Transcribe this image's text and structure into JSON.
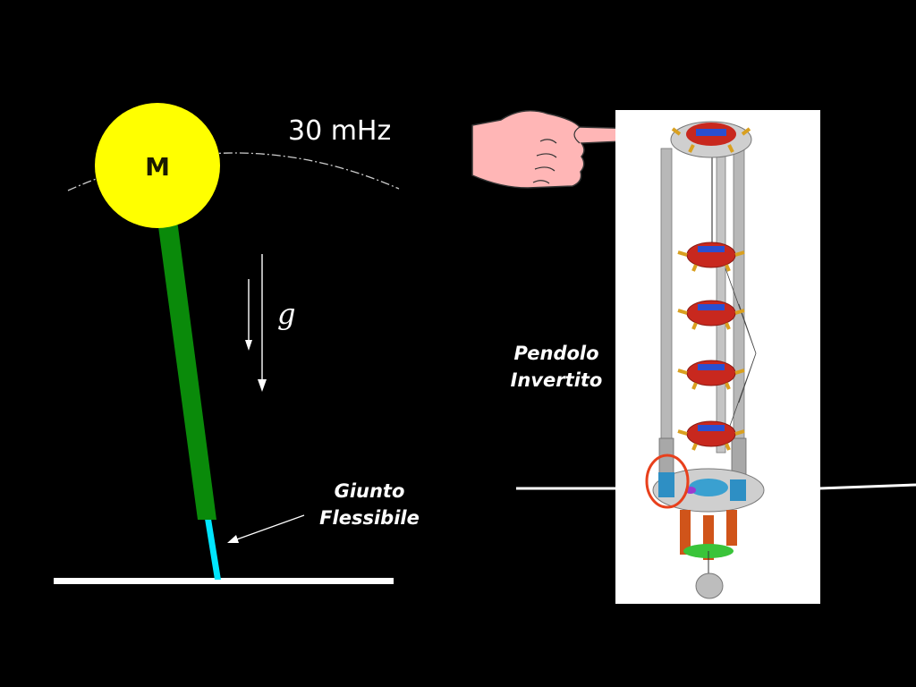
{
  "diagram": {
    "mass_label": "M",
    "frequency_label": "30 mHz",
    "gravity_label": "g",
    "joint_label_line1": "Giunto",
    "joint_label_line2": "Flessibile",
    "pendulum_label_line1": "Pendolo",
    "pendulum_label_line2": "Invertito"
  },
  "colors": {
    "background": "#000000",
    "mass": "#ffff00",
    "leg": "#008800",
    "joint": "#00e5ff",
    "ground": "#ffffff",
    "hand": "#ffb6b6",
    "highlight_circle": "#e8401c",
    "model_base": "#ffffff"
  },
  "icons": {
    "hand": "pointing-hand-icon",
    "arrow": "gravity-arrow-icon"
  }
}
